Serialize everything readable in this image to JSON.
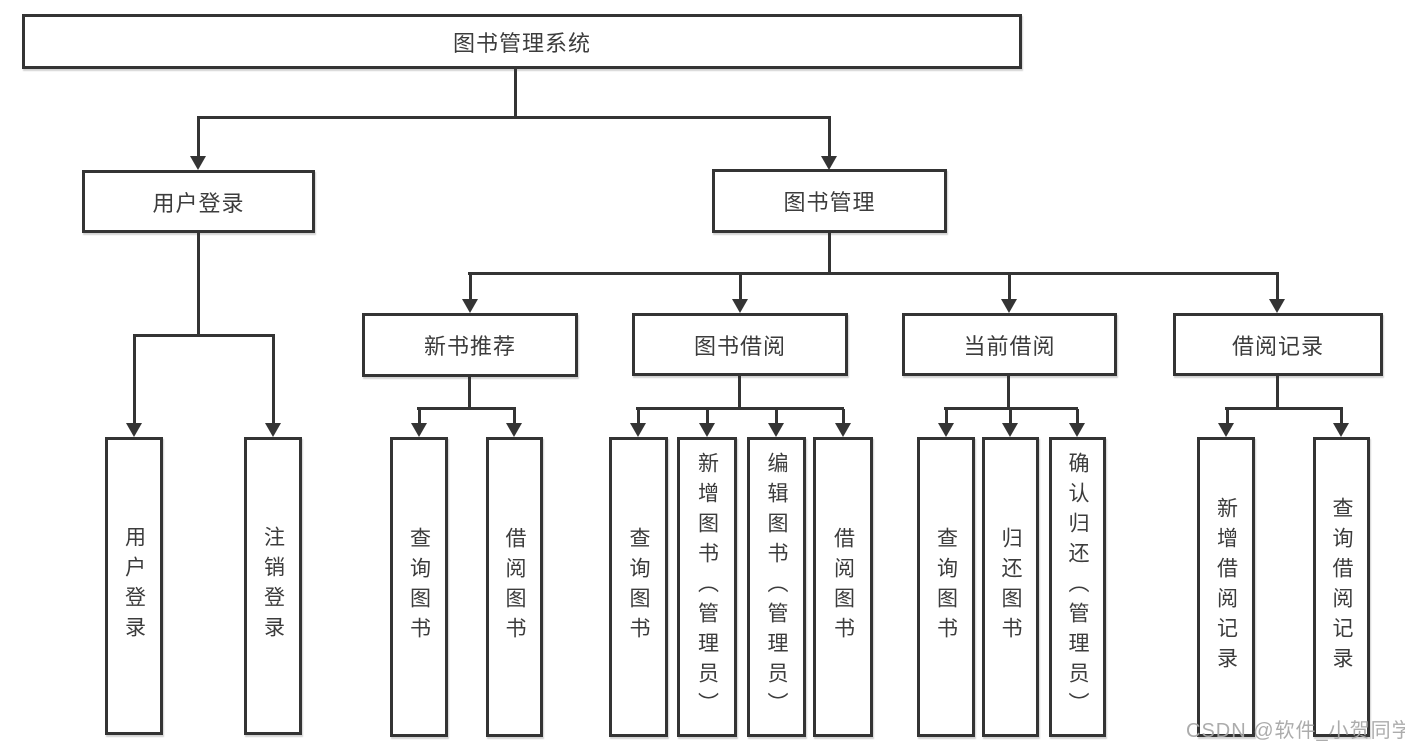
{
  "diagram": {
    "title_node": {
      "label": "图书管理系统"
    },
    "level2": {
      "user_login": {
        "label": "用户登录"
      },
      "book_management": {
        "label": "图书管理"
      }
    },
    "level3": {
      "new_book_recommend": {
        "label": "新书推荐"
      },
      "book_borrow": {
        "label": "图书借阅"
      },
      "current_borrow": {
        "label": "当前借阅"
      },
      "borrow_record": {
        "label": "借阅记录"
      }
    },
    "leaves": {
      "user_login": [
        "用户登录",
        "注销登录"
      ],
      "new_book_recommend": [
        "查询图书",
        "借阅图书"
      ],
      "book_borrow": [
        "查询图书",
        "新增图书（管理员）",
        "编辑图书（管理员）",
        "借阅图书"
      ],
      "current_borrow": [
        "查询图书",
        "归还图书",
        "确认归还（管理员）"
      ],
      "borrow_record": [
        "新增借阅记录",
        "查询借阅记录"
      ]
    },
    "colors": {
      "line": "#343434",
      "text": "#3c3c3c",
      "box_background": "#ffffff"
    },
    "watermark": "CSDN @软件_小贺同学"
  }
}
